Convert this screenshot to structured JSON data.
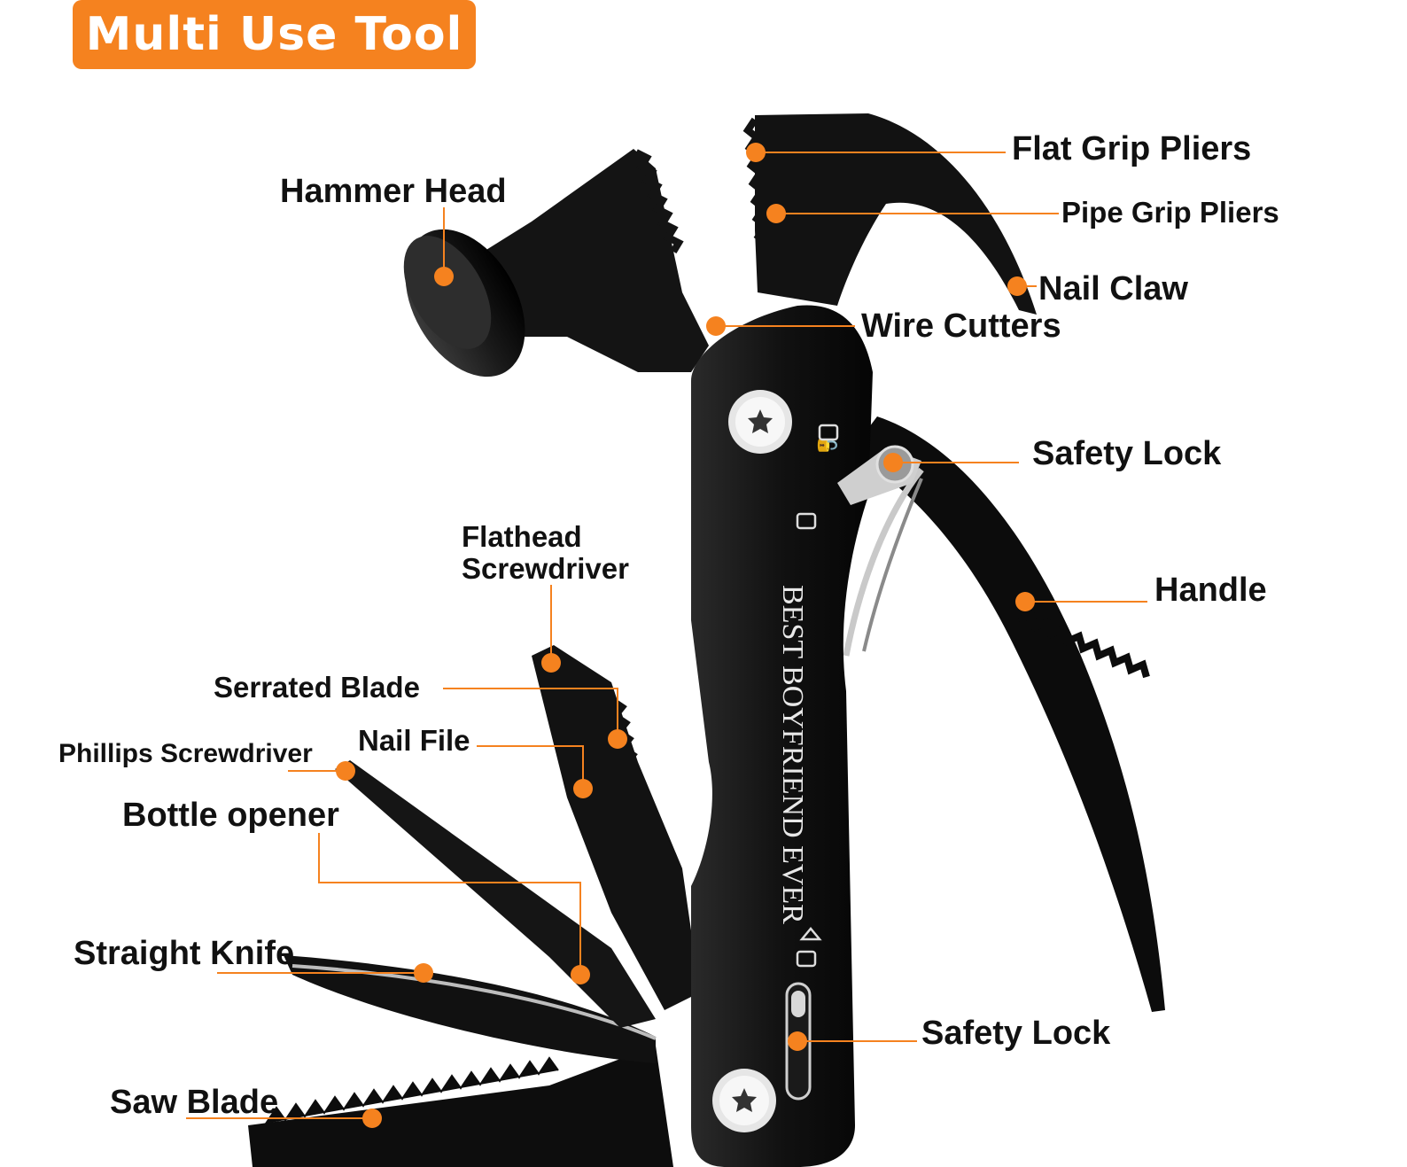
{
  "title": "Multi Use Tool",
  "engraving": "BEST BOYFRIEND EVER",
  "accent_color": "#f5821f",
  "labels": {
    "flat_grip_pliers": "Flat Grip Pliers",
    "pipe_grip_pliers": "Pipe Grip Pliers",
    "hammer_head": "Hammer Head",
    "nail_claw": "Nail Claw",
    "wire_cutters": "Wire Cutters",
    "safety_lock_top": "Safety Lock",
    "handle": "Handle",
    "flathead_screwdriver_1": "Flathead",
    "flathead_screwdriver_2": "Screwdriver",
    "serrated_blade": "Serrated Blade",
    "nail_file": "Nail File",
    "phillips_screwdriver": "Phillips Screwdriver",
    "bottle_opener": "Bottle opener",
    "straight_knife": "Straight Knife",
    "safety_lock_bottom": "Safety Lock",
    "saw_blade": "Saw Blade"
  }
}
